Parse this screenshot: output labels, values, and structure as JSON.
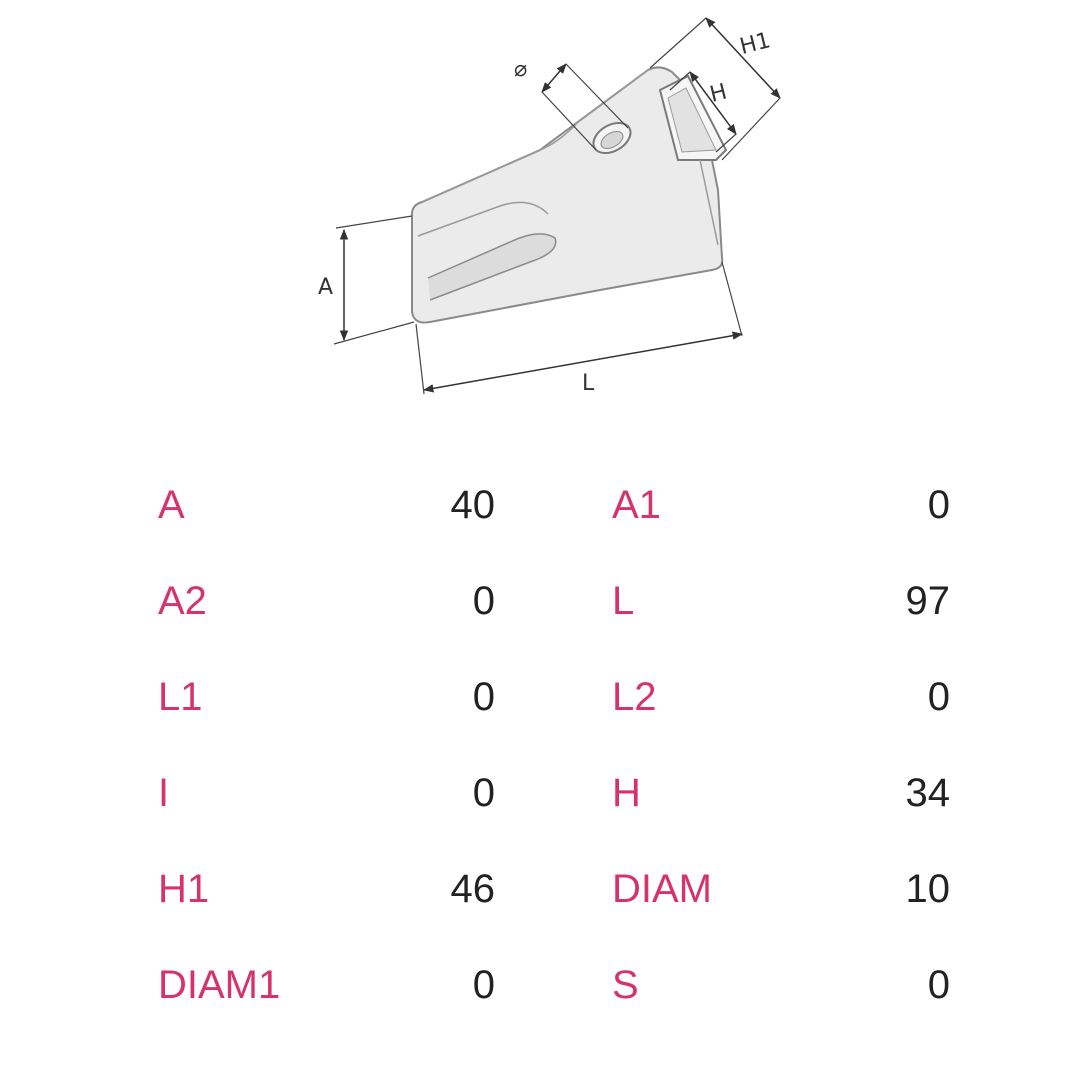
{
  "diagram": {
    "labels": {
      "diam": "⌀",
      "h1": "H1",
      "h": "H",
      "a": "A",
      "l": "L"
    }
  },
  "specs": {
    "rows": [
      {
        "left": {
          "label": "A",
          "value": "40"
        },
        "right": {
          "label": "A1",
          "value": "0"
        }
      },
      {
        "left": {
          "label": "A2",
          "value": "0"
        },
        "right": {
          "label": "L",
          "value": "97"
        }
      },
      {
        "left": {
          "label": "L1",
          "value": "0"
        },
        "right": {
          "label": "L2",
          "value": "0"
        }
      },
      {
        "left": {
          "label": "I",
          "value": "0"
        },
        "right": {
          "label": "H",
          "value": "34"
        }
      },
      {
        "left": {
          "label": "H1",
          "value": "46"
        },
        "right": {
          "label": "DIAM",
          "value": "10"
        }
      },
      {
        "left": {
          "label": "DIAM1",
          "value": "0"
        },
        "right": {
          "label": "S",
          "value": "0"
        }
      }
    ]
  },
  "colors": {
    "label": "#d6336c",
    "value": "#222222"
  }
}
